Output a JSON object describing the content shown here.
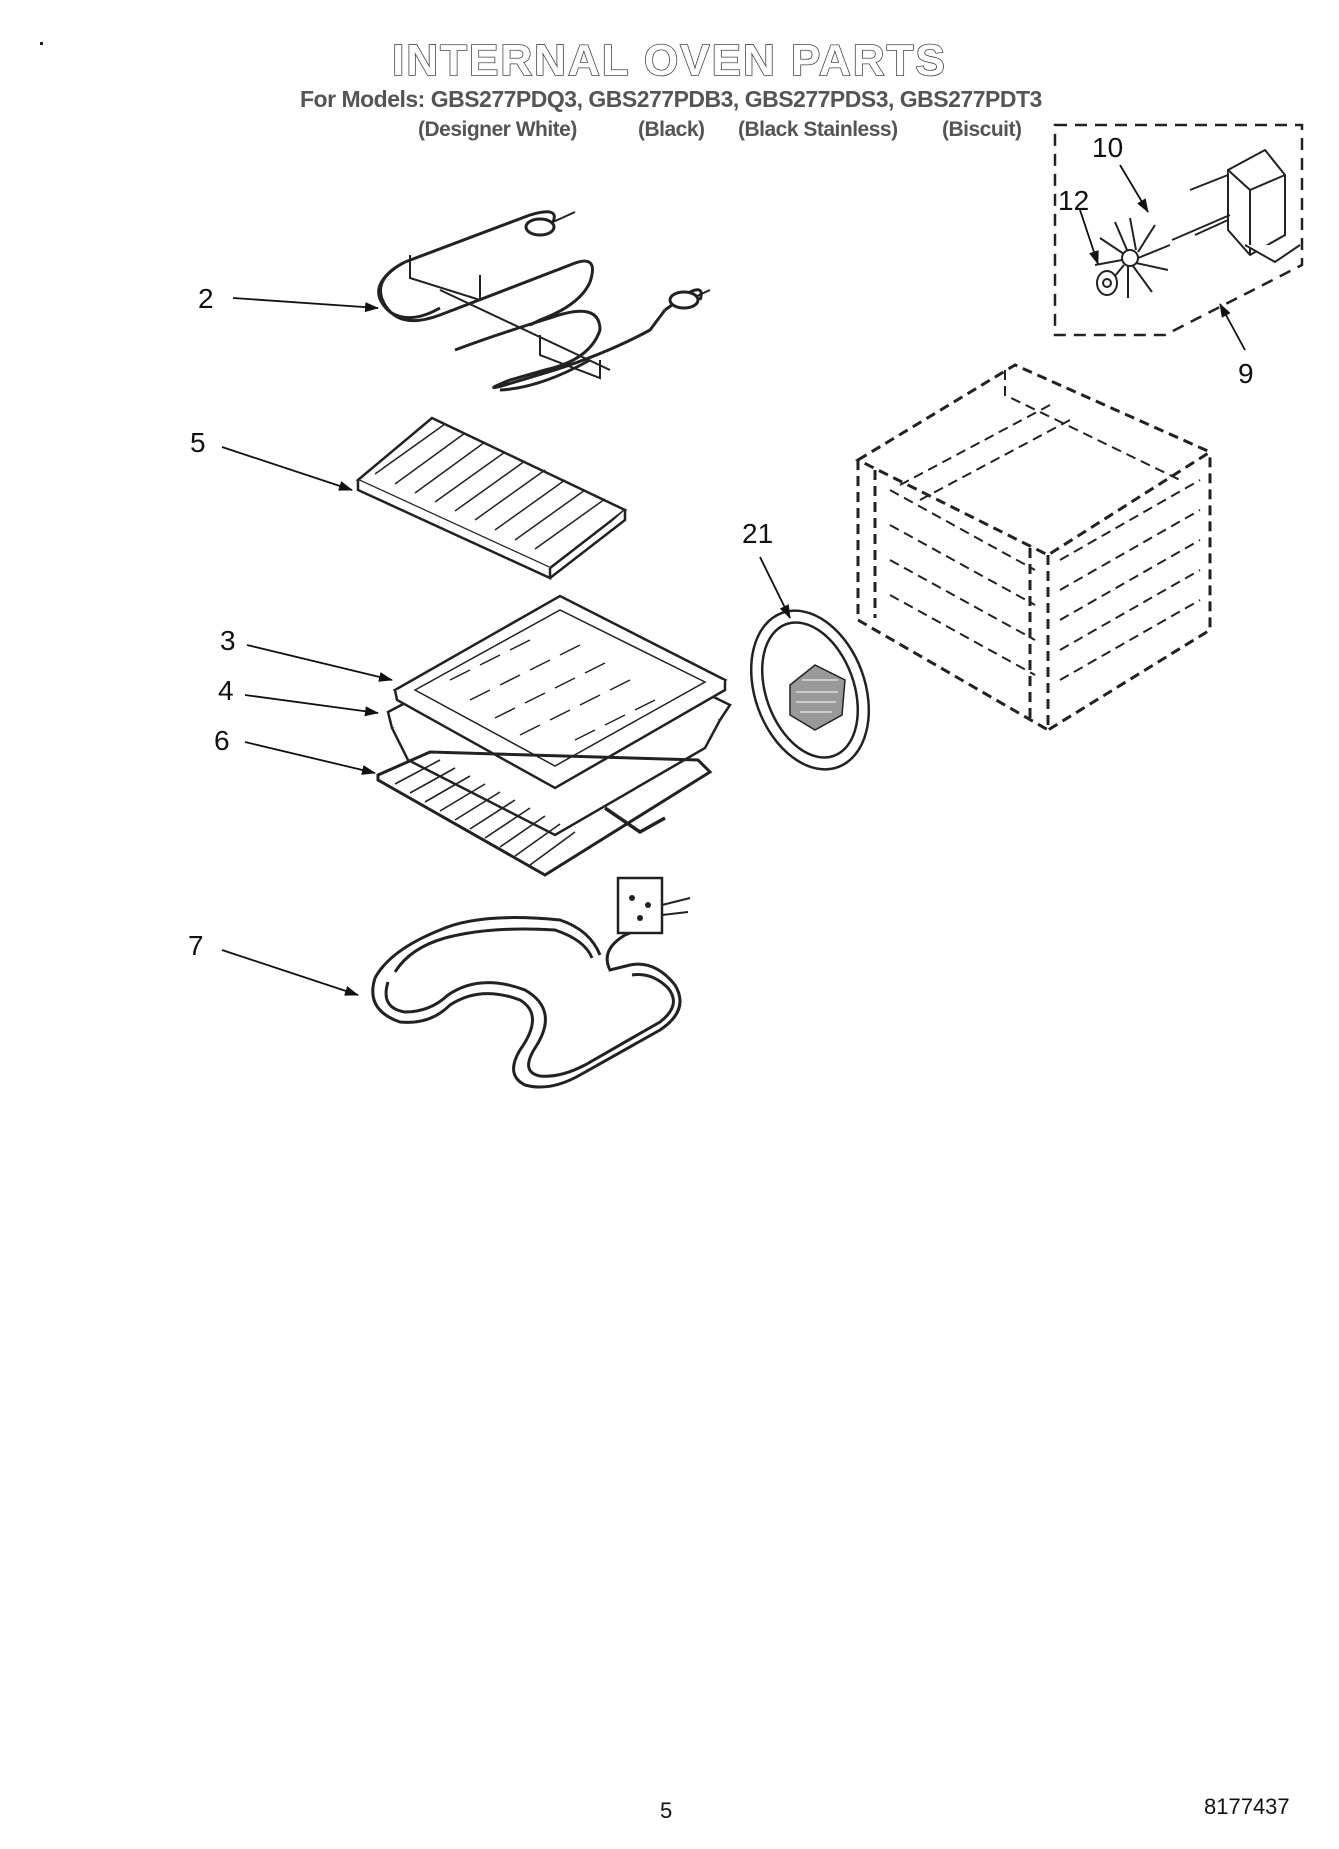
{
  "header": {
    "title": "INTERNAL OVEN PARTS",
    "models_line": "For Models: GBS277PDQ3, GBS277PDB3, GBS277PDS3, GBS277PDT3",
    "finishes": [
      "(Designer White)",
      "(Black)",
      "(Black Stainless)",
      "(Biscuit)"
    ]
  },
  "callouts": {
    "c2": "2",
    "c5": "5",
    "c3": "3",
    "c4": "4",
    "c6": "6",
    "c7": "7",
    "c21": "21",
    "c10": "10",
    "c12": "12",
    "c9": "9"
  },
  "footer": {
    "page_number": "5",
    "doc_number": "8177437"
  }
}
